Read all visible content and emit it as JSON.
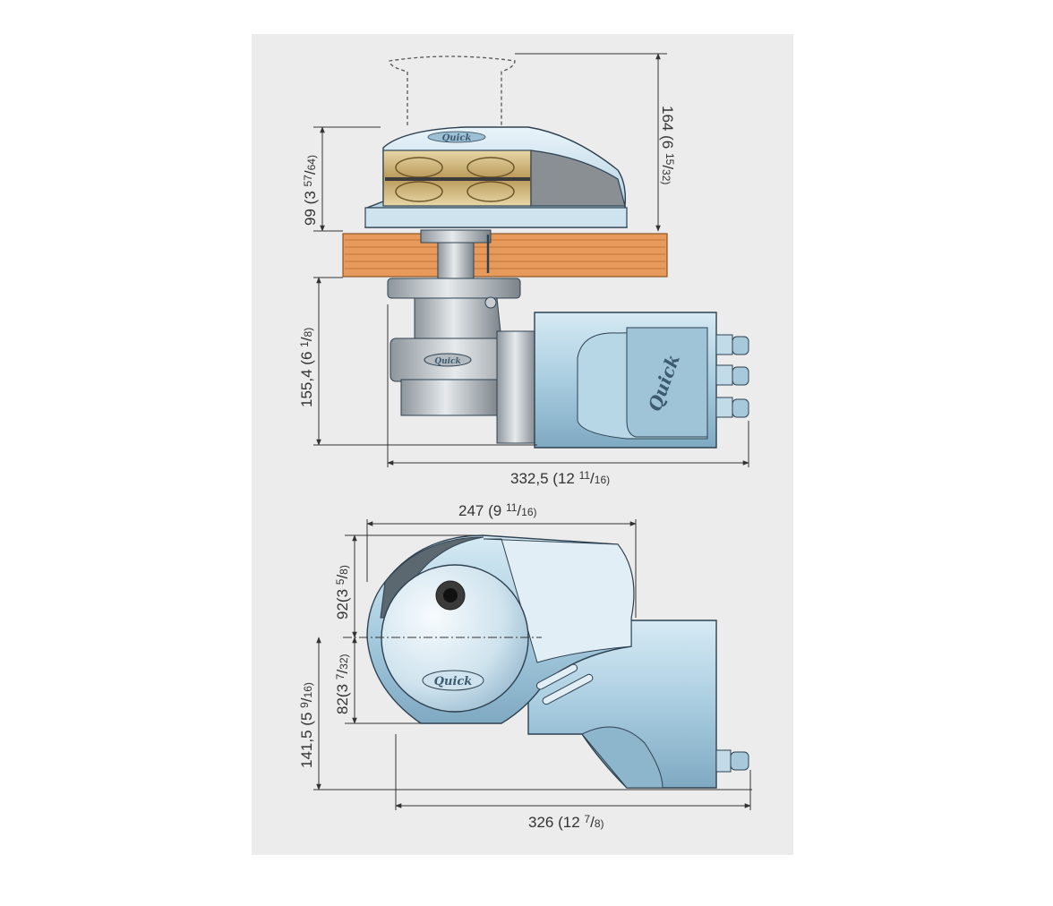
{
  "brand": "Quick",
  "colors": {
    "body": "#a9cde0",
    "body_dark": "#7fa9c2",
    "body_light": "#d6eaf4",
    "deck_wood": "#e79a5b",
    "deck_line": "#c57534",
    "gypsy_gold": "#c9b27a",
    "outline": "#2e4150",
    "dim_line": "#333333"
  },
  "dimensions": {
    "d164": {
      "main": "164",
      "paren": "(6 ",
      "num": "15",
      "sep": "/",
      "den": "32)"
    },
    "d99": {
      "main": "99",
      "paren": "(3 ",
      "num": "57",
      "sep": "/",
      "den": "64)"
    },
    "d155": {
      "main": "155,4",
      "paren": "(6 ",
      "num": "1",
      "sep": "/",
      "den": "8)"
    },
    "d332": {
      "main": "332,5",
      "paren": "(12 ",
      "num": "11",
      "sep": "/",
      "den": "16)"
    },
    "d247": {
      "main": "247",
      "paren": "(9 ",
      "num": "11",
      "sep": "/",
      "den": "16)"
    },
    "d92": {
      "main": "92",
      "paren": "(3 ",
      "num": "5",
      "sep": "/",
      "den": "8)"
    },
    "d82": {
      "main": "82",
      "paren": "(3 ",
      "num": "7",
      "sep": "/",
      "den": "32)"
    },
    "d141": {
      "main": "141,5",
      "paren": "(5 ",
      "num": "9",
      "sep": "/",
      "den": "16)"
    },
    "d326": {
      "main": "326",
      "paren": "(12 ",
      "num": "7",
      "sep": "/",
      "den": "8)"
    }
  }
}
